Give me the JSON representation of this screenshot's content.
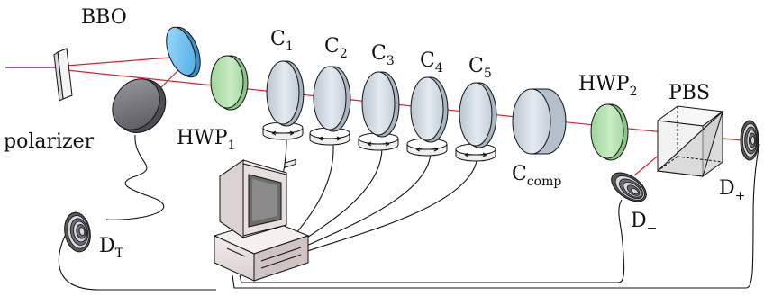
{
  "labels": {
    "bbo": "BBO",
    "polarizer": "polarizer",
    "hwp1_main": "HWP",
    "hwp1_sub": "1",
    "c_main": "C",
    "c_subs": [
      "1",
      "2",
      "3",
      "4",
      "5"
    ],
    "ccomp_main": "C",
    "ccomp_sub": "comp",
    "hwp2_main": "HWP",
    "hwp2_sub": "2",
    "pbs": "PBS",
    "dplus_main": "D",
    "dplus_sub": "+",
    "dminus_main": "D",
    "dminus_sub": "−",
    "dt_main": "D",
    "dt_sub": "T"
  },
  "colors": {
    "beam": "#d6242c",
    "pump": "#7a2d86",
    "hwp_fill": "#b9e3b4",
    "mirror_fill": "#79c4f0",
    "crystal_fill": "#d9e2ea",
    "dark_disk": "#7d7d82",
    "line": "#111111"
  }
}
